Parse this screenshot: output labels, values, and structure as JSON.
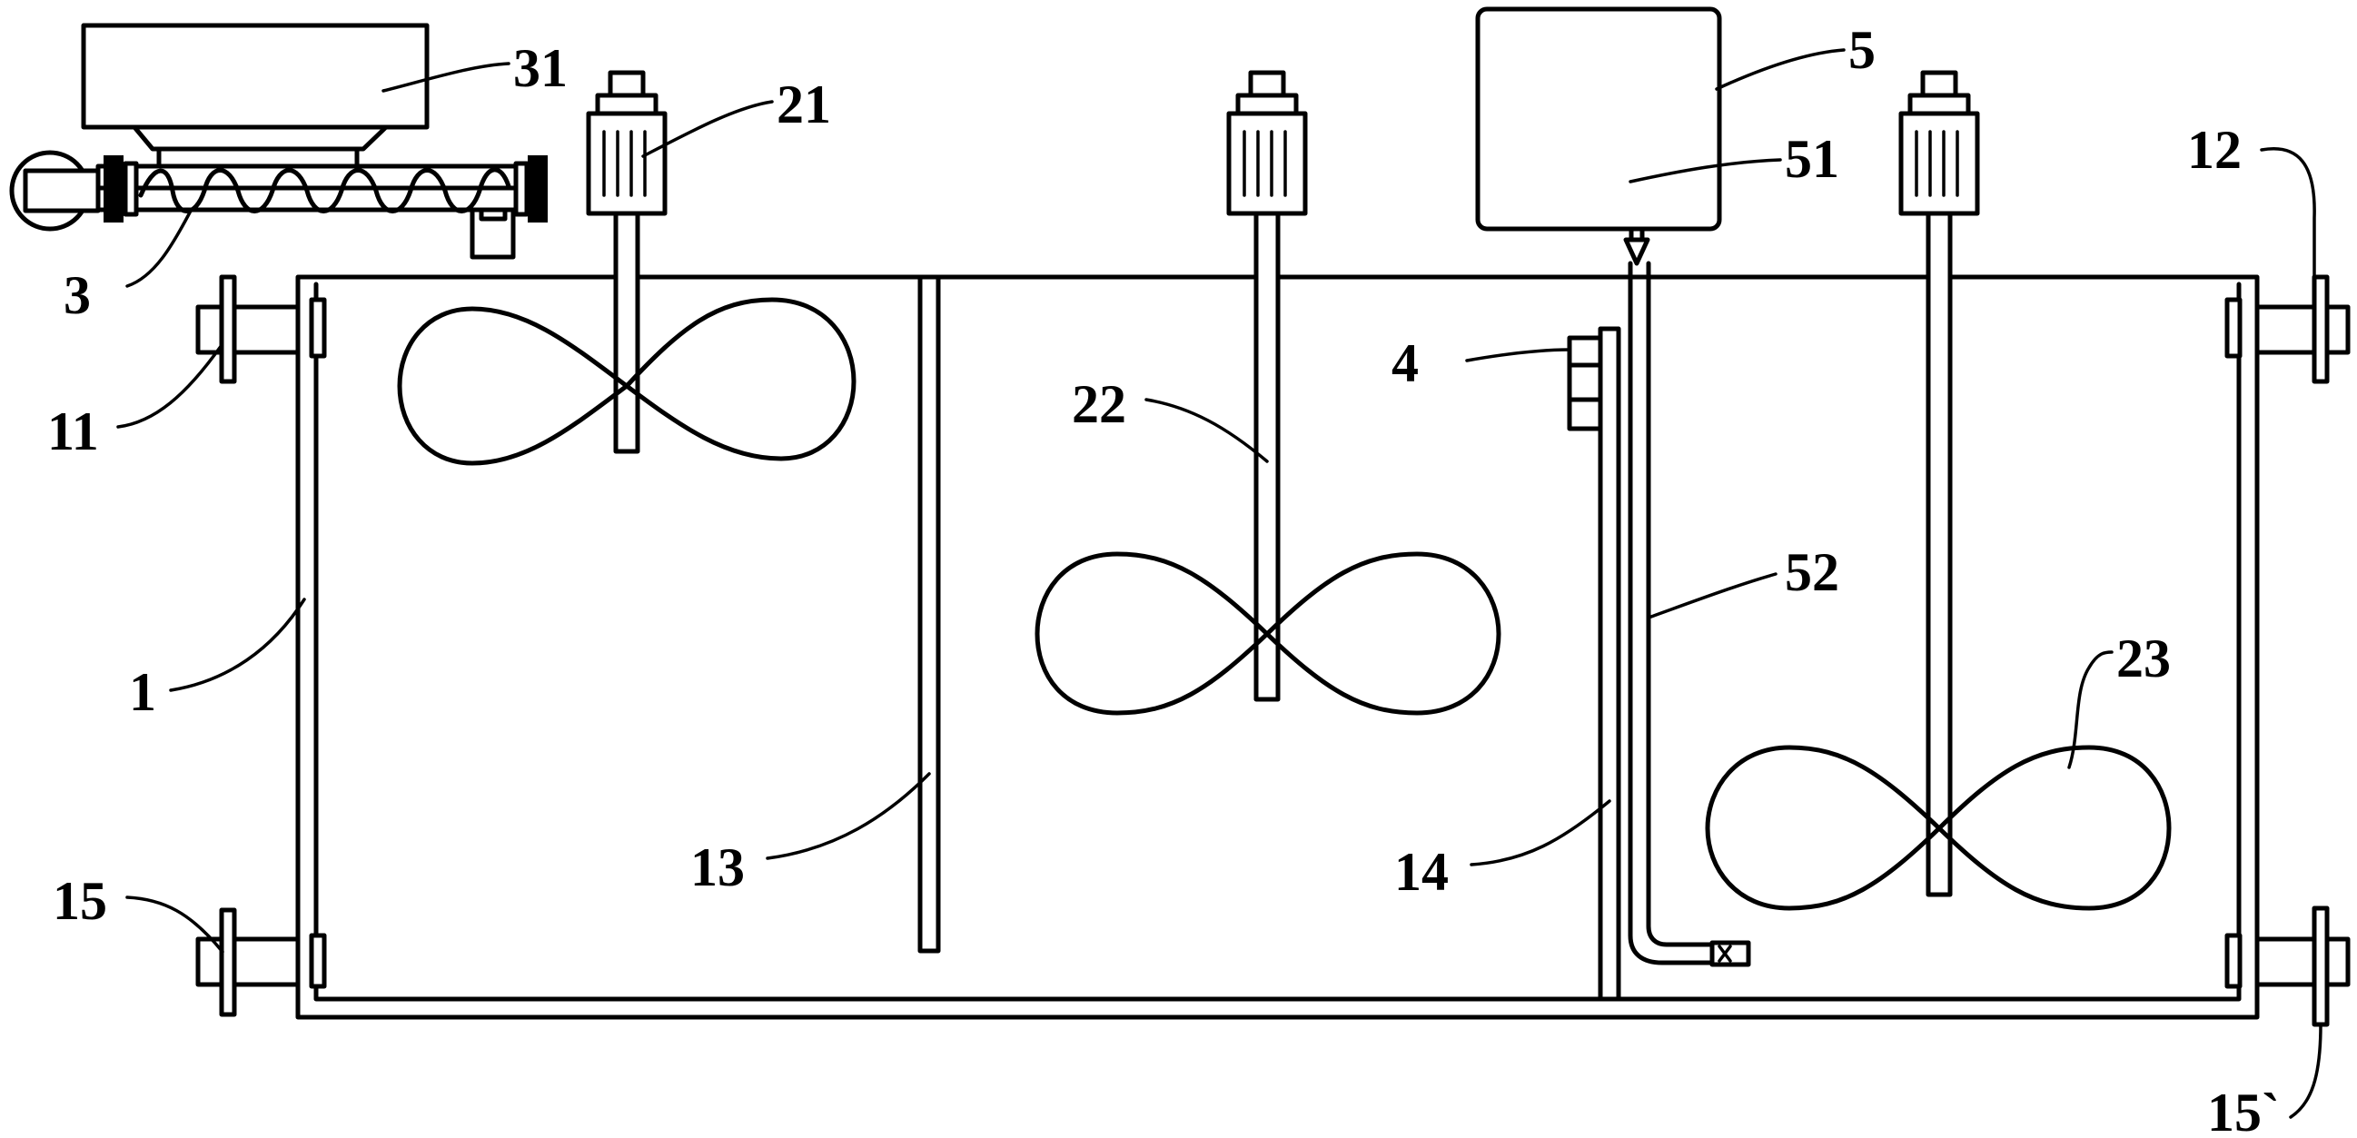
{
  "labels": {
    "l1": "1",
    "l3": "3",
    "l4": "4",
    "l5": "5",
    "l11": "11",
    "l12": "12",
    "l13": "13",
    "l14": "14",
    "l15": "15",
    "l15b": "15`",
    "l21": "21",
    "l22": "22",
    "l23": "23",
    "l31": "31",
    "l51": "51",
    "l52": "52"
  },
  "colors": {
    "stroke": "#000000",
    "background": "#ffffff"
  }
}
